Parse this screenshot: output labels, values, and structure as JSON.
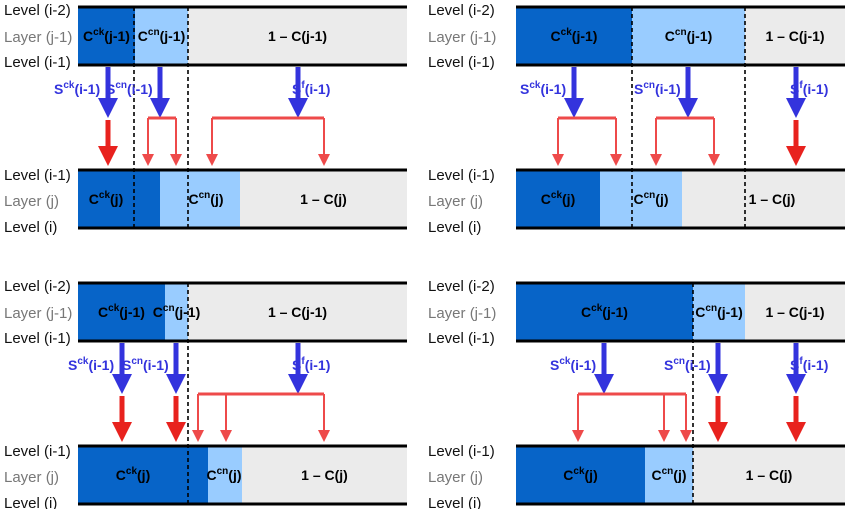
{
  "colors": {
    "dark_blue": "#0764C8",
    "light_blue": "#99CCFF",
    "grey": "#EBEBEB",
    "flux_blue": "#3333DD",
    "arrow_red": "#E8221E",
    "split_red": "#EE4A4A"
  },
  "row_labels": {
    "top": [
      "Level (i-2)",
      "Layer (j-1)",
      "Level (i-1)"
    ],
    "bottom": [
      "Level (i-1)",
      "Layer (j)",
      "Level (i)"
    ]
  },
  "panels": [
    {
      "top_segments": [
        {
          "label": "C^ck(j-1)",
          "color": "dark"
        },
        {
          "label": "C^cn(j-1)",
          "color": "light"
        },
        {
          "label": "1 – C(j-1)",
          "color": "grey"
        }
      ],
      "bottom_segments": [
        {
          "label": "C^ck(j)",
          "color": "dark"
        },
        {
          "label": "",
          "color": "dark"
        },
        {
          "label": "C^cn(j)",
          "color": "light"
        },
        {
          "label": "1 – C(j)",
          "color": "grey"
        }
      ],
      "fluxes": [
        "S^ck(i-1)",
        "S^cn(i-1)",
        "S^f(i-1)"
      ]
    },
    {
      "top_segments": [
        {
          "label": "C^ck(j-1)",
          "color": "dark"
        },
        {
          "label": "C^cn(j-1)",
          "color": "light"
        },
        {
          "label": "1 – C(j-1)",
          "color": "grey"
        }
      ],
      "bottom_segments": [
        {
          "label": "C^ck(j)",
          "color": "dark"
        },
        {
          "label": "",
          "color": "light"
        },
        {
          "label": "C^cn(j)",
          "color": "light"
        },
        {
          "label": "1 – C(j)",
          "color": "grey"
        }
      ],
      "fluxes": [
        "S^ck(i-1)",
        "S^cn(i-1)",
        "S^f(i-1)"
      ]
    },
    {
      "top_segments": [
        {
          "label": "C^ck(j-1)",
          "color": "dark"
        },
        {
          "label": "C^cn(j-1)",
          "color": "light"
        },
        {
          "label": "1 – C(j-1)",
          "color": "grey"
        }
      ],
      "bottom_segments": [
        {
          "label": "C^ck(j)",
          "color": "dark"
        },
        {
          "label": "",
          "color": "dark"
        },
        {
          "label": "C^cn(j)",
          "color": "light"
        },
        {
          "label": "1 – C(j)",
          "color": "grey"
        }
      ],
      "fluxes": [
        "S^ck(i-1)",
        "S^cn(i-1)",
        "S^f(i-1)"
      ]
    },
    {
      "top_segments": [
        {
          "label": "C^ck(j-1)",
          "color": "dark"
        },
        {
          "label": "C^cn(j-1)",
          "color": "light"
        },
        {
          "label": "1 – C(j-1)",
          "color": "grey"
        }
      ],
      "bottom_segments": [
        {
          "label": "C^ck(j)",
          "color": "dark"
        },
        {
          "label": "C^cn(j)",
          "color": "light"
        },
        {
          "label": "1 – C(j)",
          "color": "grey"
        }
      ],
      "fluxes": [
        "S^ck(i-1)",
        "S^cn(i-1)",
        "S^f(i-1)"
      ]
    }
  ]
}
